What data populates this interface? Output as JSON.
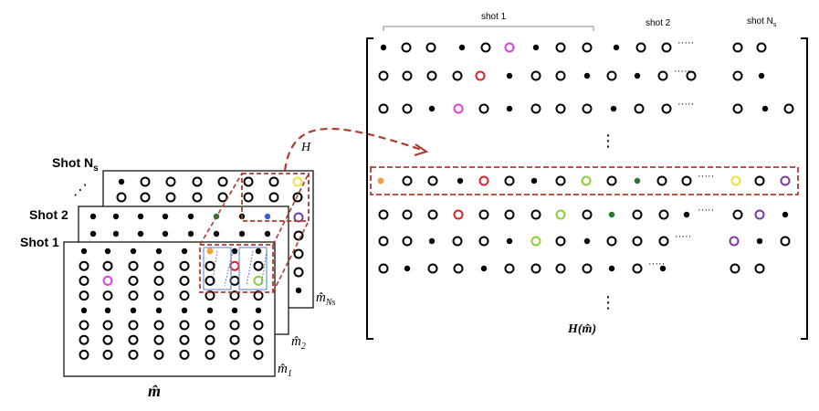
{
  "labels": {
    "shot_ns": "Shot N",
    "shot_ns_sub": "s",
    "shot_2": "Shot 2",
    "shot_1": "Shot 1",
    "ellipsis_stack": "⋰",
    "m_hat": "m̂",
    "m_hat_1": "m̂",
    "m_hat_1_sub": "1",
    "m_hat_2": "m̂",
    "m_hat_2_sub": "2",
    "m_hat_ns": "m̂",
    "m_hat_ns_sub": "Ns",
    "h_arrow": "H",
    "h_matrix": "H(m̂)",
    "shot1_header": "shot 1",
    "shot2_header": "shot 2",
    "shotns_header": "shot N",
    "shotns_header_sub": "s",
    "hdots": "·····",
    "vdots": "⋮"
  },
  "colors": {
    "magenta": "#e040e0",
    "red": "#e0202a",
    "light_green": "#8ccf3a",
    "dark_green": "#1f7a2e",
    "orange": "#f0a040",
    "yellow": "#f0e040",
    "purple": "#7a3aa8",
    "blue": "#3b5bd8",
    "dashed_red": "#b03a2e"
  },
  "matrix_rows": [
    "F O O F O M F O O F O O ~ O O",
    "O O O O R F O O F O F O ~ O O F",
    "O O F P O F O O O F O O ~ O F O",
    "Y O O F R O F O G O D O O ~ Y O V",
    "O O O R O O O L O D O O F ~ O V F",
    "O O F O O F L O F O O O ~ V F O",
    "O F O O F O O O O F O ~ F O O"
  ]
}
